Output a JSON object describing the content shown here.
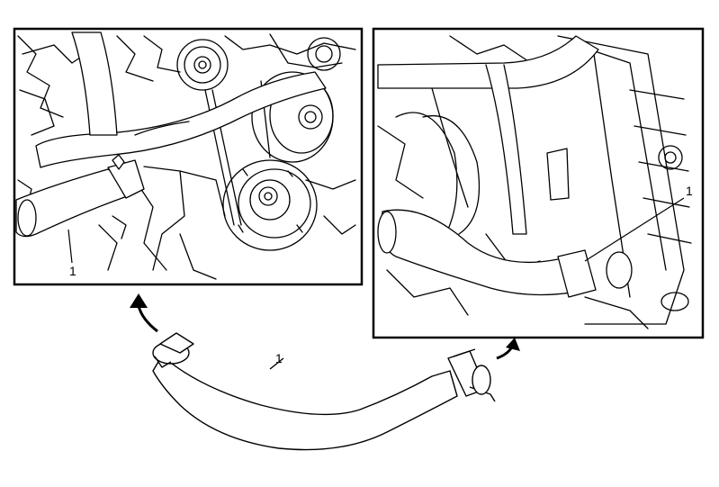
{
  "figure": {
    "left_inset": {
      "callout": "1",
      "subject": "engine-front-radiator-hose-connection"
    },
    "right_inset": {
      "callout": "1",
      "subject": "radiator-hose-connection"
    },
    "removed_part": {
      "callout": "1",
      "subject": "radiator-inlet-hose"
    }
  },
  "colors": {
    "line": "#000000",
    "background": "#ffffff"
  }
}
